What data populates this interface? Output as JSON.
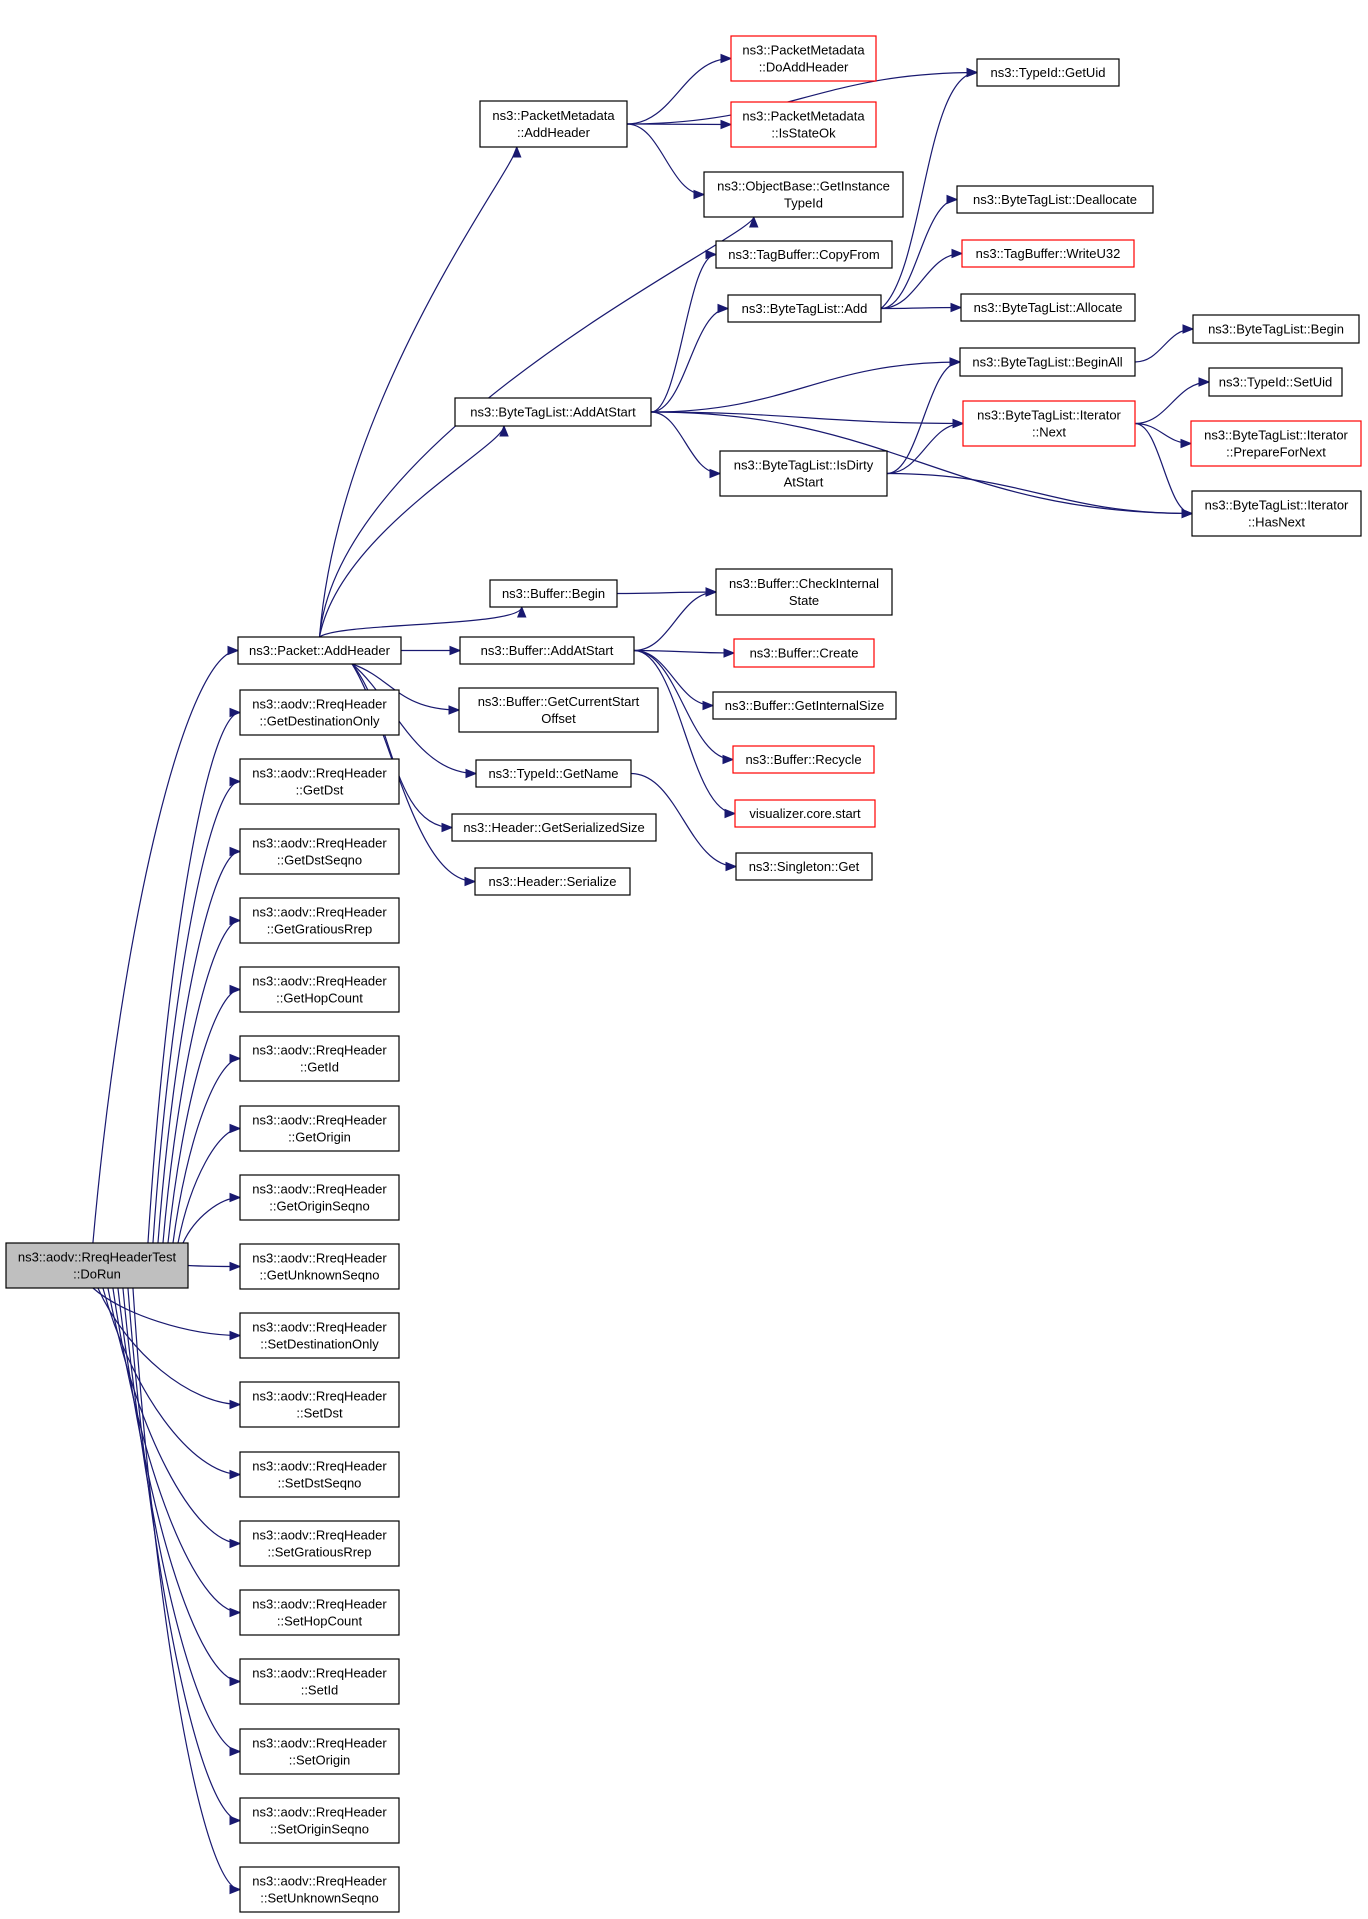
{
  "graph": {
    "root_id": "dorun",
    "colors": {
      "edge": "#191970",
      "normal_border": "#000000",
      "red_border": "#ff0000",
      "root_fill": "#bfbfbf"
    },
    "nodes": [
      {
        "id": "dorun",
        "lines": [
          "ns3::aodv::RreqHeaderTest",
          "::DoRun"
        ],
        "kind": "root"
      },
      {
        "id": "pkt_addheader",
        "lines": [
          "ns3::Packet::AddHeader"
        ],
        "kind": "normal"
      },
      {
        "id": "pm_addheader",
        "lines": [
          "ns3::PacketMetadata",
          "::AddHeader"
        ],
        "kind": "normal"
      },
      {
        "id": "pm_doaddheader",
        "lines": [
          "ns3::PacketMetadata",
          "::DoAddHeader"
        ],
        "kind": "red"
      },
      {
        "id": "pm_isstateok",
        "lines": [
          "ns3::PacketMetadata",
          "::IsStateOk"
        ],
        "kind": "red"
      },
      {
        "id": "typeid_getuid",
        "lines": [
          "ns3::TypeId::GetUid"
        ],
        "kind": "normal"
      },
      {
        "id": "objbase_getinst",
        "lines": [
          "ns3::ObjectBase::GetInstance",
          "TypeId"
        ],
        "kind": "normal"
      },
      {
        "id": "btl_dealloc",
        "lines": [
          "ns3::ByteTagList::Deallocate"
        ],
        "kind": "normal"
      },
      {
        "id": "tagbuf_copyfrom",
        "lines": [
          "ns3::TagBuffer::CopyFrom"
        ],
        "kind": "normal"
      },
      {
        "id": "tagbuf_writeu32",
        "lines": [
          "ns3::TagBuffer::WriteU32"
        ],
        "kind": "red"
      },
      {
        "id": "btl_add",
        "lines": [
          "ns3::ByteTagList::Add"
        ],
        "kind": "normal"
      },
      {
        "id": "btl_allocate",
        "lines": [
          "ns3::ByteTagList::Allocate"
        ],
        "kind": "normal"
      },
      {
        "id": "btl_begin",
        "lines": [
          "ns3::ByteTagList::Begin"
        ],
        "kind": "normal"
      },
      {
        "id": "btl_beginall",
        "lines": [
          "ns3::ByteTagList::BeginAll"
        ],
        "kind": "normal"
      },
      {
        "id": "btl_addatstart",
        "lines": [
          "ns3::ByteTagList::AddAtStart"
        ],
        "kind": "normal"
      },
      {
        "id": "typeid_setuid",
        "lines": [
          "ns3::TypeId::SetUid"
        ],
        "kind": "normal"
      },
      {
        "id": "btl_it_next",
        "lines": [
          "ns3::ByteTagList::Iterator",
          "::Next"
        ],
        "kind": "red"
      },
      {
        "id": "btl_it_prepare",
        "lines": [
          "ns3::ByteTagList::Iterator",
          "::PrepareForNext"
        ],
        "kind": "red"
      },
      {
        "id": "btl_isdirty",
        "lines": [
          "ns3::ByteTagList::IsDirty",
          "AtStart"
        ],
        "kind": "normal"
      },
      {
        "id": "btl_it_hasnext",
        "lines": [
          "ns3::ByteTagList::Iterator",
          "::HasNext"
        ],
        "kind": "normal"
      },
      {
        "id": "buf_begin",
        "lines": [
          "ns3::Buffer::Begin"
        ],
        "kind": "normal"
      },
      {
        "id": "buf_checkinternal",
        "lines": [
          "ns3::Buffer::CheckInternal",
          "State"
        ],
        "kind": "normal"
      },
      {
        "id": "buf_addatstart",
        "lines": [
          "ns3::Buffer::AddAtStart"
        ],
        "kind": "normal"
      },
      {
        "id": "buf_create",
        "lines": [
          "ns3::Buffer::Create"
        ],
        "kind": "red"
      },
      {
        "id": "buf_getcurrentstart",
        "lines": [
          "ns3::Buffer::GetCurrentStart",
          "Offset"
        ],
        "kind": "normal"
      },
      {
        "id": "buf_getinternalsize",
        "lines": [
          "ns3::Buffer::GetInternalSize"
        ],
        "kind": "normal"
      },
      {
        "id": "buf_recycle",
        "lines": [
          "ns3::Buffer::Recycle"
        ],
        "kind": "red"
      },
      {
        "id": "typeid_getname",
        "lines": [
          "ns3::TypeId::GetName"
        ],
        "kind": "normal"
      },
      {
        "id": "vis_core_start",
        "lines": [
          "visualizer.core.start"
        ],
        "kind": "red"
      },
      {
        "id": "hdr_getsersize",
        "lines": [
          "ns3::Header::GetSerializedSize"
        ],
        "kind": "normal"
      },
      {
        "id": "singleton_get",
        "lines": [
          "ns3::Singleton::Get"
        ],
        "kind": "normal"
      },
      {
        "id": "hdr_serialize",
        "lines": [
          "ns3::Header::Serialize"
        ],
        "kind": "normal"
      },
      {
        "id": "rreq_getdestonly",
        "lines": [
          "ns3::aodv::RreqHeader",
          "::GetDestinationOnly"
        ],
        "kind": "normal"
      },
      {
        "id": "rreq_getdst",
        "lines": [
          "ns3::aodv::RreqHeader",
          "::GetDst"
        ],
        "kind": "normal"
      },
      {
        "id": "rreq_getdstseqno",
        "lines": [
          "ns3::aodv::RreqHeader",
          "::GetDstSeqno"
        ],
        "kind": "normal"
      },
      {
        "id": "rreq_getgratrrep",
        "lines": [
          "ns3::aodv::RreqHeader",
          "::GetGratiousRrep"
        ],
        "kind": "normal"
      },
      {
        "id": "rreq_gethopcount",
        "lines": [
          "ns3::aodv::RreqHeader",
          "::GetHopCount"
        ],
        "kind": "normal"
      },
      {
        "id": "rreq_getid",
        "lines": [
          "ns3::aodv::RreqHeader",
          "::GetId"
        ],
        "kind": "normal"
      },
      {
        "id": "rreq_getorigin",
        "lines": [
          "ns3::aodv::RreqHeader",
          "::GetOrigin"
        ],
        "kind": "normal"
      },
      {
        "id": "rreq_getoriginseqno",
        "lines": [
          "ns3::aodv::RreqHeader",
          "::GetOriginSeqno"
        ],
        "kind": "normal"
      },
      {
        "id": "rreq_getunknownseqno",
        "lines": [
          "ns3::aodv::RreqHeader",
          "::GetUnknownSeqno"
        ],
        "kind": "normal"
      },
      {
        "id": "rreq_setdestonly",
        "lines": [
          "ns3::aodv::RreqHeader",
          "::SetDestinationOnly"
        ],
        "kind": "normal"
      },
      {
        "id": "rreq_setdst",
        "lines": [
          "ns3::aodv::RreqHeader",
          "::SetDst"
        ],
        "kind": "normal"
      },
      {
        "id": "rreq_setdstseqno",
        "lines": [
          "ns3::aodv::RreqHeader",
          "::SetDstSeqno"
        ],
        "kind": "normal"
      },
      {
        "id": "rreq_setgratrrep",
        "lines": [
          "ns3::aodv::RreqHeader",
          "::SetGratiousRrep"
        ],
        "kind": "normal"
      },
      {
        "id": "rreq_sethopcount",
        "lines": [
          "ns3::aodv::RreqHeader",
          "::SetHopCount"
        ],
        "kind": "normal"
      },
      {
        "id": "rreq_setid",
        "lines": [
          "ns3::aodv::RreqHeader",
          "::SetId"
        ],
        "kind": "normal"
      },
      {
        "id": "rreq_setorigin",
        "lines": [
          "ns3::aodv::RreqHeader",
          "::SetOrigin"
        ],
        "kind": "normal"
      },
      {
        "id": "rreq_setoriginseqno",
        "lines": [
          "ns3::aodv::RreqHeader",
          "::SetOriginSeqno"
        ],
        "kind": "normal"
      },
      {
        "id": "rreq_setunknownseqno",
        "lines": [
          "ns3::aodv::RreqHeader",
          "::SetUnknownSeqno"
        ],
        "kind": "normal"
      }
    ],
    "edges": [
      [
        "dorun",
        "pkt_addheader"
      ],
      [
        "dorun",
        "rreq_getdestonly"
      ],
      [
        "dorun",
        "rreq_getdst"
      ],
      [
        "dorun",
        "rreq_getdstseqno"
      ],
      [
        "dorun",
        "rreq_getgratrrep"
      ],
      [
        "dorun",
        "rreq_gethopcount"
      ],
      [
        "dorun",
        "rreq_getid"
      ],
      [
        "dorun",
        "rreq_getorigin"
      ],
      [
        "dorun",
        "rreq_getoriginseqno"
      ],
      [
        "dorun",
        "rreq_getunknownseqno"
      ],
      [
        "dorun",
        "rreq_setdestonly"
      ],
      [
        "dorun",
        "rreq_setdst"
      ],
      [
        "dorun",
        "rreq_setdstseqno"
      ],
      [
        "dorun",
        "rreq_setgratrrep"
      ],
      [
        "dorun",
        "rreq_sethopcount"
      ],
      [
        "dorun",
        "rreq_setid"
      ],
      [
        "dorun",
        "rreq_setorigin"
      ],
      [
        "dorun",
        "rreq_setoriginseqno"
      ],
      [
        "dorun",
        "rreq_setunknownseqno"
      ],
      [
        "pkt_addheader",
        "pm_addheader"
      ],
      [
        "pkt_addheader",
        "objbase_getinst"
      ],
      [
        "pkt_addheader",
        "btl_addatstart"
      ],
      [
        "pkt_addheader",
        "buf_begin"
      ],
      [
        "pkt_addheader",
        "buf_addatstart"
      ],
      [
        "pkt_addheader",
        "buf_getcurrentstart"
      ],
      [
        "pkt_addheader",
        "typeid_getname"
      ],
      [
        "pkt_addheader",
        "hdr_getsersize"
      ],
      [
        "pkt_addheader",
        "hdr_serialize"
      ],
      [
        "pm_addheader",
        "typeid_getuid"
      ],
      [
        "pm_addheader",
        "pm_doaddheader"
      ],
      [
        "pm_addheader",
        "pm_isstateok"
      ],
      [
        "pm_addheader",
        "objbase_getinst"
      ],
      [
        "btl_addatstart",
        "tagbuf_copyfrom"
      ],
      [
        "btl_addatstart",
        "btl_add"
      ],
      [
        "btl_addatstart",
        "btl_beginall"
      ],
      [
        "btl_addatstart",
        "btl_it_next"
      ],
      [
        "btl_addatstart",
        "btl_isdirty"
      ],
      [
        "btl_addatstart",
        "btl_it_hasnext"
      ],
      [
        "btl_add",
        "typeid_getuid"
      ],
      [
        "btl_add",
        "btl_dealloc"
      ],
      [
        "btl_add",
        "tagbuf_writeu32"
      ],
      [
        "btl_add",
        "btl_allocate"
      ],
      [
        "btl_beginall",
        "btl_begin"
      ],
      [
        "btl_it_next",
        "typeid_setuid"
      ],
      [
        "btl_it_next",
        "btl_it_prepare"
      ],
      [
        "btl_it_next",
        "btl_it_hasnext"
      ],
      [
        "btl_isdirty",
        "btl_beginall"
      ],
      [
        "btl_isdirty",
        "btl_it_next"
      ],
      [
        "btl_isdirty",
        "btl_it_hasnext"
      ],
      [
        "buf_begin",
        "buf_checkinternal"
      ],
      [
        "buf_addatstart",
        "buf_checkinternal"
      ],
      [
        "buf_addatstart",
        "buf_create"
      ],
      [
        "buf_addatstart",
        "buf_getinternalsize"
      ],
      [
        "buf_addatstart",
        "buf_recycle"
      ],
      [
        "buf_addatstart",
        "vis_core_start"
      ],
      [
        "typeid_getname",
        "singleton_get"
      ]
    ]
  }
}
